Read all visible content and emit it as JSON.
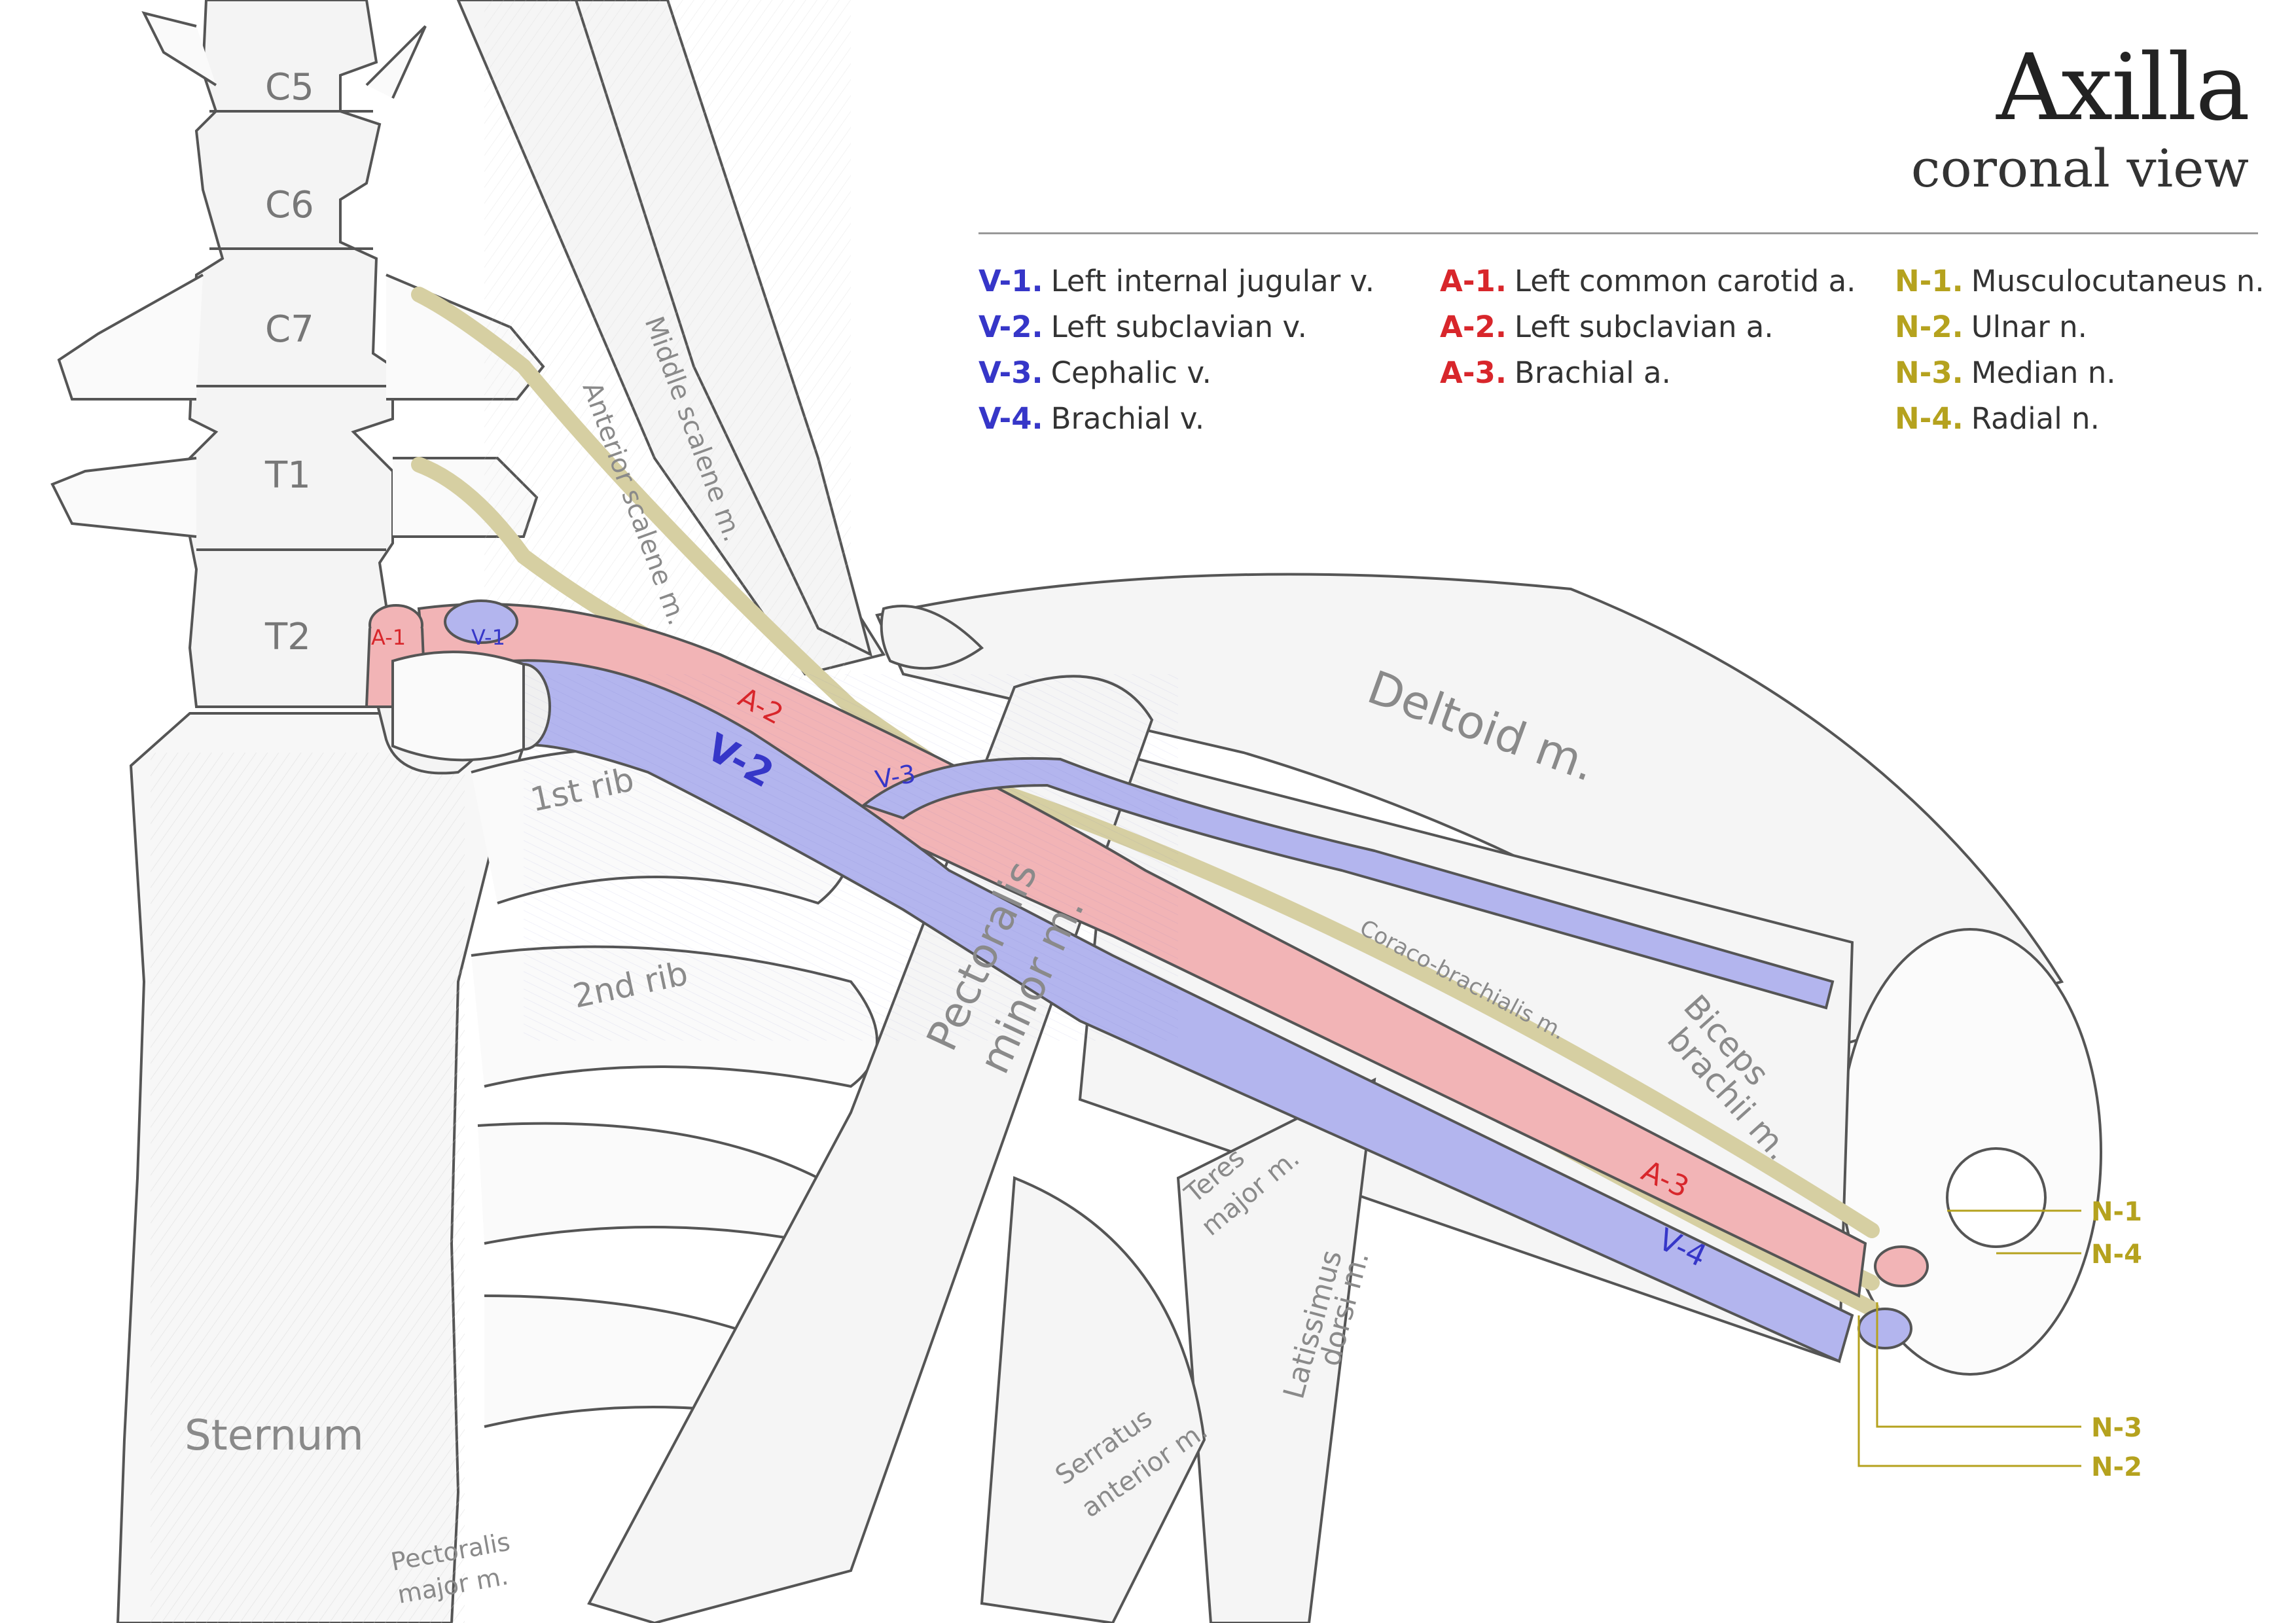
{
  "title": {
    "main": "Axilla",
    "sub": "coronal view"
  },
  "legend": {
    "veins": [
      {
        "code": "V-1.",
        "label": "Left internal jugular v."
      },
      {
        "code": "V-2.",
        "label": "Left subclavian v."
      },
      {
        "code": "V-3.",
        "label": "Cephalic v."
      },
      {
        "code": "V-4.",
        "label": "Brachial v."
      }
    ],
    "arteries": [
      {
        "code": "A-1.",
        "label": "Left common carotid a."
      },
      {
        "code": "A-2.",
        "label": "Left subclavian a."
      },
      {
        "code": "A-3.",
        "label": "Brachial a."
      }
    ],
    "nerves": [
      {
        "code": "N-1.",
        "label": "Musculocutaneus n."
      },
      {
        "code": "N-2.",
        "label": "Ulnar n."
      },
      {
        "code": "N-3.",
        "label": "Median n."
      },
      {
        "code": "N-4.",
        "label": "Radial n."
      }
    ]
  },
  "vertebrae": [
    "C5",
    "C6",
    "C7",
    "T1",
    "T2"
  ],
  "labels": {
    "a1": "A-1",
    "v1": "V-1",
    "a2": "A-2",
    "v2": "V-2",
    "v3": "V-3",
    "a3": "A-3",
    "v4": "V-4",
    "rib1": "1st rib",
    "rib2": "2nd rib",
    "sternum": "Sternum",
    "middle_scalene": "Middle scalene m.",
    "anterior_scalene": "Anterior scalene m.",
    "deltoid": "Deltoid m.",
    "pectoralis_minor_1": "Pectoralis",
    "pectoralis_minor_2": "minor m.",
    "coracobrachialis": "Coraco-brachialis m.",
    "biceps_1": "Biceps",
    "biceps_2": "brachii m.",
    "teres_1": "Teres",
    "teres_2": "major m.",
    "latissimus_1": "Latissimus",
    "latissimus_2": "dorsi m.",
    "serratus_1": "Serratus",
    "serratus_2": "anterior m.",
    "pectoralis_major_1": "Pectoralis",
    "pectoralis_major_2": "major m."
  },
  "callouts": [
    "N-1",
    "N-4",
    "N-3",
    "N-2"
  ],
  "colors": {
    "vein": "#3636c8",
    "artery": "#d8262b",
    "nerve": "#b5a21e",
    "vein_fill": "#b3b5ee",
    "artery_fill": "#f2b4b6",
    "nerve_fill": "#efe8c6",
    "label_gray": "#8a8a8a"
  }
}
